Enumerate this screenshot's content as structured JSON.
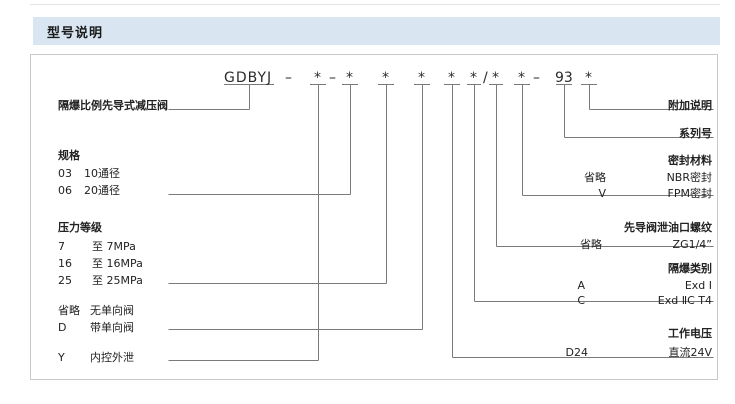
{
  "header": {
    "title": "型号说明"
  },
  "model_code": {
    "base": "GDBYJ",
    "segments": [
      "–",
      "*",
      "–",
      "*",
      "*",
      "*",
      "*",
      "*",
      "/",
      "*",
      "*",
      "–",
      "93",
      "*"
    ],
    "full": "GDBYJ – *–* * * * */* *–93 *"
  },
  "left_labels": [
    {
      "name": "product-name",
      "title": "隔爆比例先导式减压阀",
      "rows": []
    },
    {
      "name": "specification",
      "title": "规格",
      "rows": [
        {
          "code": "03",
          "desc": "10通径"
        },
        {
          "code": "06",
          "desc": "20通径"
        }
      ]
    },
    {
      "name": "pressure-rating",
      "title": "压力等级",
      "rows": [
        {
          "code": "7",
          "desc": "至 7MPa"
        },
        {
          "code": "16",
          "desc": "至 16MPa"
        },
        {
          "code": "25",
          "desc": "至 25MPa"
        }
      ]
    },
    {
      "name": "check-valve",
      "title": "",
      "rows": [
        {
          "code": "省略",
          "desc": "无单向阀"
        },
        {
          "code": "D",
          "desc": "带单向阀"
        }
      ]
    },
    {
      "name": "drain-type",
      "title": "",
      "rows": [
        {
          "code": "Y",
          "desc": "内控外泄"
        }
      ]
    }
  ],
  "right_labels": [
    {
      "name": "additional-note",
      "title": "附加说明",
      "rows": []
    },
    {
      "name": "series-number",
      "title": "系列号",
      "rows": []
    },
    {
      "name": "seal-material",
      "title": "密封材料",
      "rows": [
        {
          "code": "省略",
          "desc": "NBR密封"
        },
        {
          "code": "V",
          "desc": "FPM密封"
        }
      ]
    },
    {
      "name": "pilot-drain-thread",
      "title": "先导阀泄油口螺纹",
      "rows": [
        {
          "code": "省略",
          "desc": "ZG1/4”"
        }
      ]
    },
    {
      "name": "explosion-proof-class",
      "title": "隔爆类别",
      "rows": [
        {
          "code": "A",
          "desc": "Exd Ⅰ"
        },
        {
          "code": "C",
          "desc": "Exd ⅡC T4"
        }
      ]
    },
    {
      "name": "working-voltage",
      "title": "工作电压",
      "rows": [
        {
          "code": "D24",
          "desc": "直流24V"
        }
      ]
    }
  ],
  "colors": {
    "header_bg": "#d9e6f2",
    "panel_border": "#c9c9c9",
    "line": "#7a7a7a",
    "text": "#222222"
  }
}
